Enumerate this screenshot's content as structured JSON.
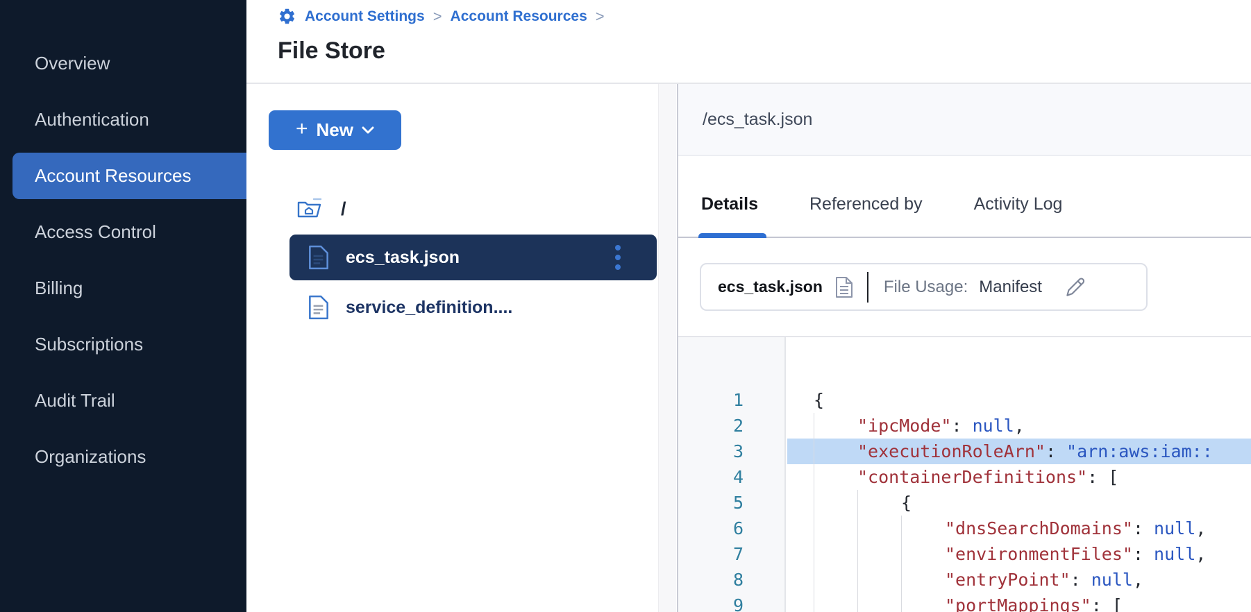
{
  "sidebar": {
    "items": [
      {
        "label": "Overview",
        "active": false
      },
      {
        "label": "Authentication",
        "active": false
      },
      {
        "label": "Account Resources",
        "active": true
      },
      {
        "label": "Access Control",
        "active": false
      },
      {
        "label": "Billing",
        "active": false
      },
      {
        "label": "Subscriptions",
        "active": false
      },
      {
        "label": "Audit Trail",
        "active": false
      },
      {
        "label": "Organizations",
        "active": false
      }
    ]
  },
  "header": {
    "breadcrumb": [
      {
        "label": "Account Settings"
      },
      {
        "label": "Account Resources"
      }
    ],
    "separator": ">",
    "title": "File Store"
  },
  "file_panel": {
    "new_button": {
      "plus": "+",
      "label": "New"
    },
    "root_label": "/",
    "files": [
      {
        "name": "ecs_task.json",
        "selected": true
      },
      {
        "name": "service_definition....",
        "selected": false
      }
    ]
  },
  "detail_panel": {
    "path": "/ecs_task.json",
    "tabs": [
      {
        "label": "Details",
        "active": true
      },
      {
        "label": "Referenced by",
        "active": false
      },
      {
        "label": "Activity Log",
        "active": false
      }
    ],
    "file_info": {
      "name": "ecs_task.json",
      "usage_label": "File Usage:",
      "usage_value": "Manifest"
    },
    "code": {
      "lines": [
        {
          "n": 1,
          "indent": 0,
          "highlighted": false,
          "tokens": [
            {
              "t": "punct",
              "v": "{"
            }
          ]
        },
        {
          "n": 2,
          "indent": 1,
          "highlighted": false,
          "tokens": [
            {
              "t": "key",
              "v": "\"ipcMode\""
            },
            {
              "t": "punct",
              "v": ": "
            },
            {
              "t": "val",
              "v": "null"
            },
            {
              "t": "punct",
              "v": ","
            }
          ]
        },
        {
          "n": 3,
          "indent": 1,
          "highlighted": true,
          "tokens": [
            {
              "t": "key",
              "v": "\"executionRoleArn\""
            },
            {
              "t": "punct",
              "v": ": "
            },
            {
              "t": "val",
              "v": "\"arn:aws:iam::"
            }
          ]
        },
        {
          "n": 4,
          "indent": 1,
          "highlighted": false,
          "tokens": [
            {
              "t": "key",
              "v": "\"containerDefinitions\""
            },
            {
              "t": "punct",
              "v": ": ["
            }
          ]
        },
        {
          "n": 5,
          "indent": 2,
          "highlighted": false,
          "tokens": [
            {
              "t": "punct",
              "v": "{"
            }
          ]
        },
        {
          "n": 6,
          "indent": 3,
          "highlighted": false,
          "tokens": [
            {
              "t": "key",
              "v": "\"dnsSearchDomains\""
            },
            {
              "t": "punct",
              "v": ": "
            },
            {
              "t": "val",
              "v": "null"
            },
            {
              "t": "punct",
              "v": ","
            }
          ]
        },
        {
          "n": 7,
          "indent": 3,
          "highlighted": false,
          "tokens": [
            {
              "t": "key",
              "v": "\"environmentFiles\""
            },
            {
              "t": "punct",
              "v": ": "
            },
            {
              "t": "val",
              "v": "null"
            },
            {
              "t": "punct",
              "v": ","
            }
          ]
        },
        {
          "n": 8,
          "indent": 3,
          "highlighted": false,
          "tokens": [
            {
              "t": "key",
              "v": "\"entryPoint\""
            },
            {
              "t": "punct",
              "v": ": "
            },
            {
              "t": "val",
              "v": "null"
            },
            {
              "t": "punct",
              "v": ","
            }
          ]
        },
        {
          "n": 9,
          "indent": 3,
          "highlighted": false,
          "tokens": [
            {
              "t": "key",
              "v": "\"portMappings\""
            },
            {
              "t": "punct",
              "v": ": ["
            }
          ]
        }
      ]
    }
  },
  "icons": {
    "gear": "gear-icon",
    "chevron_down": "chevron-down-icon",
    "folder_home": "folder-home-icon",
    "file": "file-icon",
    "kebab": "kebab-menu-icon",
    "document": "document-icon",
    "pencil": "pencil-icon"
  },
  "colors": {
    "sidebar_bg": "#0e1a2b",
    "sidebar_active": "#3569bd",
    "accent_blue": "#2f6fd0",
    "button_blue": "#3272cf",
    "selected_row": "#1c3359",
    "tab_underline": "#2e6fd2",
    "line_highlight": "#bfd9f6",
    "code_key": "#a0323a",
    "code_value": "#2a56c0",
    "line_number": "#2f7f9f"
  }
}
